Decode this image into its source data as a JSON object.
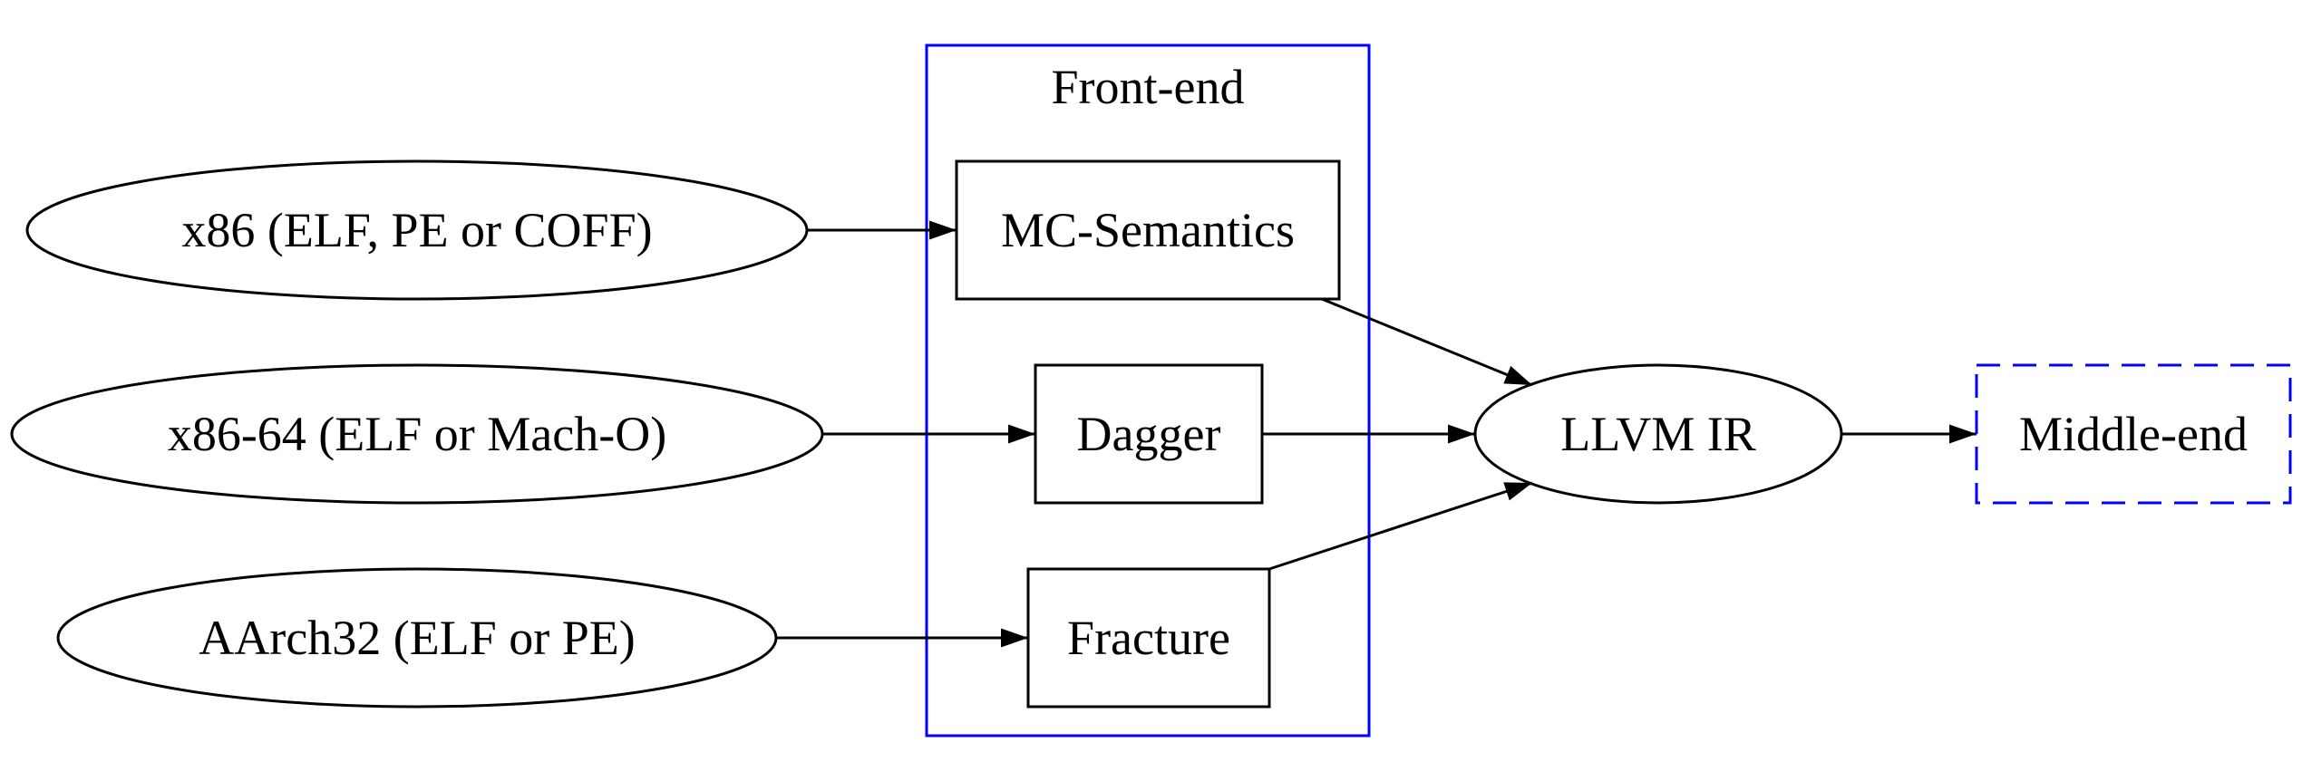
{
  "diagram": {
    "cluster": {
      "label": "Front-end",
      "color": "#0000ff"
    },
    "inputs": [
      {
        "id": "x86",
        "label": "x86 (ELF, PE or COFF)"
      },
      {
        "id": "x86_64",
        "label": "x86-64 (ELF or Mach-O)"
      },
      {
        "id": "aarch32",
        "label": "AArch32 (ELF or PE)"
      }
    ],
    "frontends": [
      {
        "id": "mcsema",
        "label": "MC-Semantics"
      },
      {
        "id": "dagger",
        "label": "Dagger"
      },
      {
        "id": "fracture",
        "label": "Fracture"
      }
    ],
    "ir": {
      "label": "LLVM IR"
    },
    "middle_end": {
      "label": "Middle-end",
      "color": "#0000ff",
      "style": "dashed"
    },
    "edges": [
      {
        "from": "x86",
        "to": "mcsema"
      },
      {
        "from": "x86_64",
        "to": "dagger"
      },
      {
        "from": "aarch32",
        "to": "fracture"
      },
      {
        "from": "mcsema",
        "to": "ir"
      },
      {
        "from": "dagger",
        "to": "ir"
      },
      {
        "from": "fracture",
        "to": "ir"
      },
      {
        "from": "ir",
        "to": "middle_end"
      }
    ]
  }
}
